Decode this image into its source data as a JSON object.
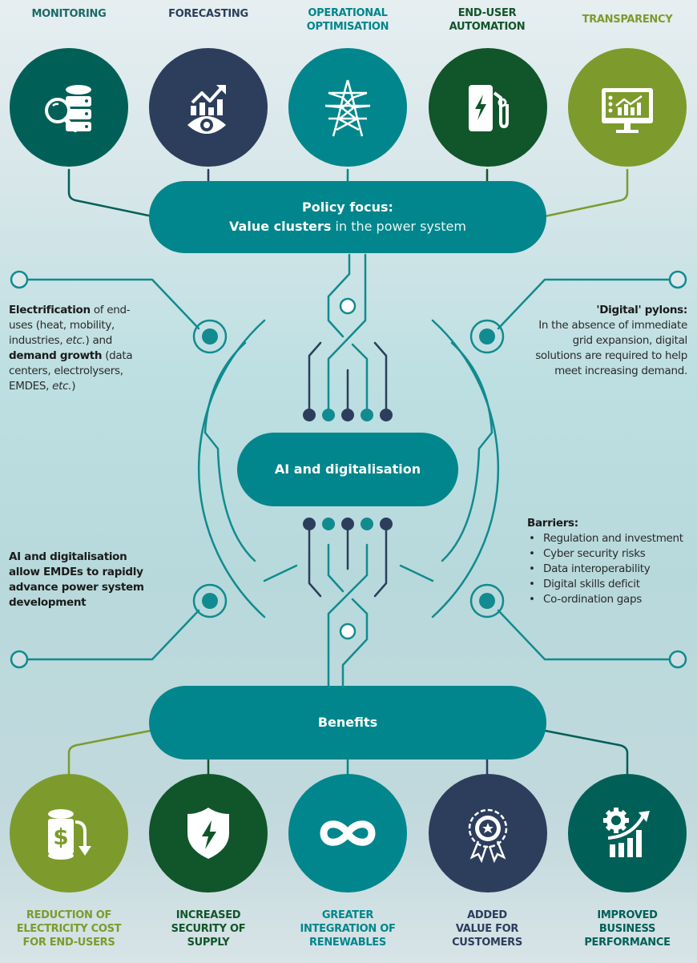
{
  "colors": {
    "teal": "#00868c",
    "dark_teal": "#006058",
    "navy": "#2c3e5c",
    "forest": "#11552a",
    "olive": "#7c9b2c",
    "line": "#118b8f"
  },
  "value_clusters": [
    {
      "label_line1": "MONITORING",
      "label_line2": "",
      "icon": "database-search-icon",
      "color": "#006058"
    },
    {
      "label_line1": "FORECASTING",
      "label_line2": "",
      "icon": "chart-eye-icon",
      "color": "#2c3e5c"
    },
    {
      "label_line1": "OPERATIONAL",
      "label_line2": "OPTIMISATION",
      "icon": "pylon-icon",
      "color": "#00868c"
    },
    {
      "label_line1": "END-USER",
      "label_line2": "AUTOMATION",
      "icon": "ev-charger-icon",
      "color": "#11552a"
    },
    {
      "label_line1": "TRANSPARENCY",
      "label_line2": "",
      "icon": "monitor-chart-icon",
      "color": "#7c9b2c"
    }
  ],
  "policy_pill": {
    "line1": "Policy focus:",
    "line2_bold": "Value clusters",
    "line2_rest": " in the power system"
  },
  "center_pill": {
    "label": "AI and digitalisation"
  },
  "benefits_pill": {
    "label": "Benefits"
  },
  "left_top_text": {
    "bold1": "Electrification",
    "rest1": " of end-uses (heat, mobility, industries, ",
    "italic1": "etc.",
    "rest2": ") and ",
    "bold2": "demand growth",
    "rest3": " (data centers, electrolysers, EMDES, ",
    "italic2": "etc.",
    "rest4": ")"
  },
  "right_top_text": {
    "title": "'Digital' pylons:",
    "body": "In the absence of immediate grid expansion, digital solutions are required to help meet increasing demand."
  },
  "left_bottom_text": {
    "body": "AI and digitalisation allow EMDEs to rapidly advance power system development"
  },
  "barriers": {
    "title": "Barriers:",
    "items": [
      "Regulation and investment",
      "Cyber security risks",
      "Data interoperability",
      "Digital skills deficit",
      "Co-ordination gaps"
    ]
  },
  "benefits": [
    {
      "label_line1": "REDUCTION OF",
      "label_line2": "ELECTRICITY COST",
      "label_line3": "FOR END-USERS",
      "icon": "cost-reduction-icon",
      "color": "#7c9b2c"
    },
    {
      "label_line1": "INCREASED",
      "label_line2": "SECURITY OF",
      "label_line3": "SUPPLY",
      "icon": "shield-bolt-icon",
      "color": "#11552a"
    },
    {
      "label_line1": "GREATER",
      "label_line2": "INTEGRATION OF",
      "label_line3": "RENEWABLES",
      "icon": "infinity-icon",
      "color": "#00868c"
    },
    {
      "label_line1": "ADDED",
      "label_line2": "VALUE FOR",
      "label_line3": "CUSTOMERS",
      "icon": "award-rosette-icon",
      "color": "#2c3e5c"
    },
    {
      "label_line1": "IMPROVED",
      "label_line2": "BUSINESS",
      "label_line3": "PERFORMANCE",
      "icon": "gear-growth-icon",
      "color": "#006058"
    }
  ]
}
